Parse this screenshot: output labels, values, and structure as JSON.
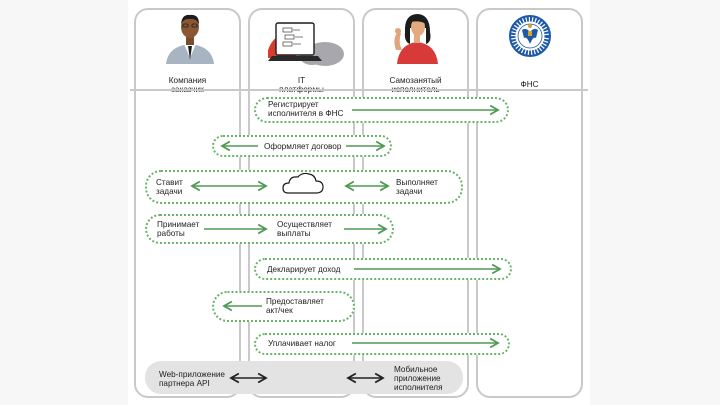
{
  "lanes": [
    {
      "title_line1": "Компания",
      "title_line2": "заказчик"
    },
    {
      "title_line1": "IT",
      "title_line2": "платформы"
    },
    {
      "title_line1": "Самозанятый",
      "title_line2": "исполнитель"
    },
    {
      "title_line1": "ФНС",
      "title_line2": ""
    }
  ],
  "steps": {
    "register": {
      "line1": "Регистрирует",
      "line2": "исполнителя в ФНС"
    },
    "contract": "Оформляет договор",
    "tasks_left": {
      "line1": "Ставит",
      "line2": "задачи"
    },
    "tasks_right": {
      "line1": "Выполняет",
      "line2": "задачи"
    },
    "accept": {
      "line1": "Принимает",
      "line2": "работы"
    },
    "payout": {
      "line1": "Осуществляет",
      "line2": "выплаты"
    },
    "income": "Декларирует доход",
    "act": {
      "line1": "Предоставляет",
      "line2": "акт/чек"
    },
    "tax": "Уплачивает налог",
    "web_app": {
      "line1": "Web-приложение",
      "line2": "партнера API"
    },
    "mobile_app": {
      "line1": "Мобильное",
      "line2": "приложение",
      "line3": "исполнителя"
    }
  },
  "colors": {
    "accent": "#4f9a52",
    "lane_border": "#c9c9c9",
    "pill_gray": "#e3e3e3"
  }
}
